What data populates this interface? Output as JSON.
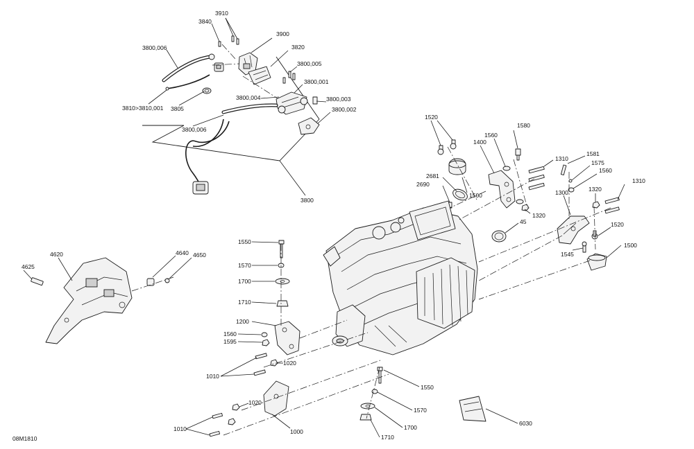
{
  "labels": {
    "l3910": "3910",
    "l3840": "3840",
    "l3900": "3900",
    "l3820": "3820",
    "l3800_006a": "3800,006",
    "l3800_005": "3800,005",
    "l3800_001": "3800,001",
    "l3800_004": "3800,004",
    "l3800_003": "3800,003",
    "l3800_002": "3800,002",
    "l3810": "3810>3810,001",
    "l3805": "3805",
    "l3800_006b": "3800,006",
    "l3800": "3800",
    "l1520a": "1520",
    "l1580": "1580",
    "l1400": "1400",
    "l1560a": "1560",
    "l1310a": "1310",
    "l1581": "1581",
    "l1575": "1575",
    "l1560b": "1560",
    "l2681": "2681",
    "l2690": "2690",
    "l1500a": "1500",
    "l1300": "1300",
    "l1320a": "1320",
    "l1310b": "1310",
    "l1320b": "1320",
    "l45": "45",
    "l1520b": "1520",
    "l1500b": "1500",
    "l1545": "1545",
    "l4620": "4620",
    "l4640": "4640",
    "l4650": "4650",
    "l4625": "4625",
    "l1550a": "1550",
    "l1570a": "1570",
    "l1700a": "1700",
    "l1710a": "1710",
    "l1200": "1200",
    "l1560c": "1560",
    "l1595": "1595",
    "l1020a": "1020",
    "l1010a": "1010",
    "l1550b": "1550",
    "l1570b": "1570",
    "l1020b": "1020",
    "l1700b": "1700",
    "l1010b": "1010",
    "l1000": "1000",
    "l1710b": "1710",
    "l6030": "6030",
    "ref": "08M1810"
  }
}
